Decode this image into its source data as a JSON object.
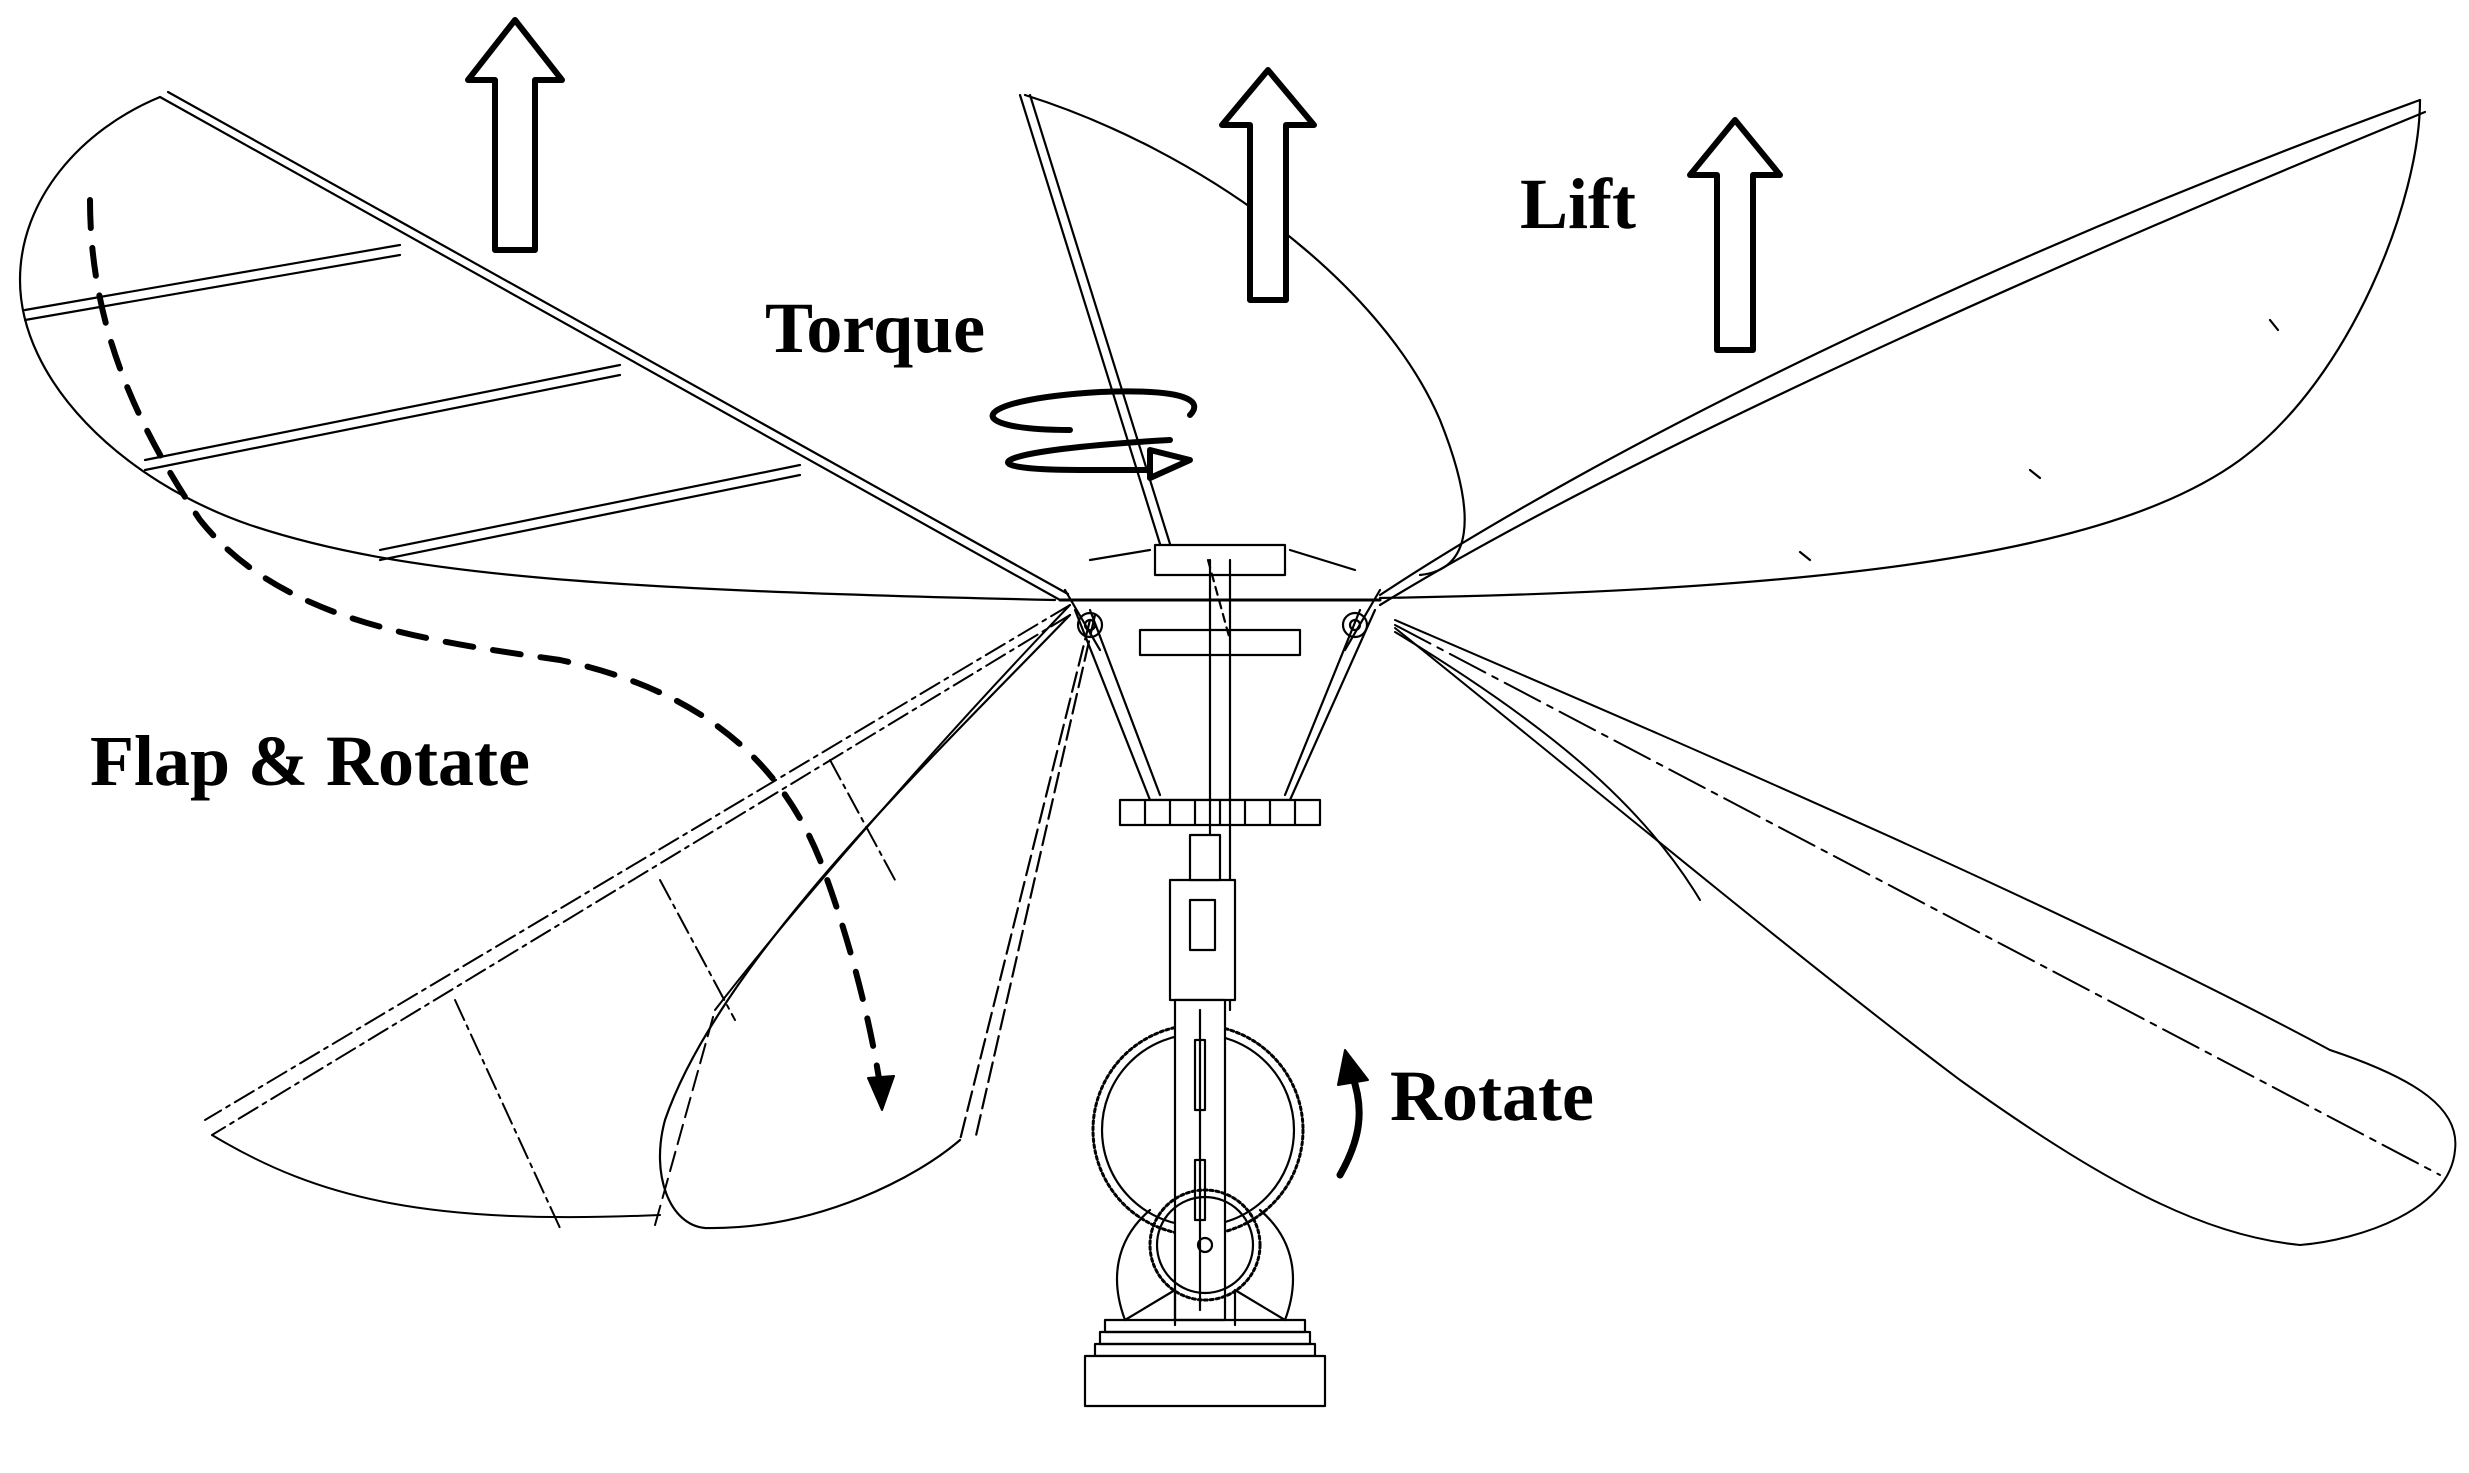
{
  "labels": {
    "lift": "Lift",
    "torque": "Torque",
    "flap_rotate": "Flap & Rotate",
    "rotate": "Rotate"
  },
  "colors": {
    "ink": "#000000",
    "paper": "#ffffff"
  },
  "icons": [
    "lift-arrow-icon",
    "torque-arrow-icon",
    "flap-path-arrow-icon",
    "rotate-arrow-icon",
    "spur-gear-icon"
  ]
}
